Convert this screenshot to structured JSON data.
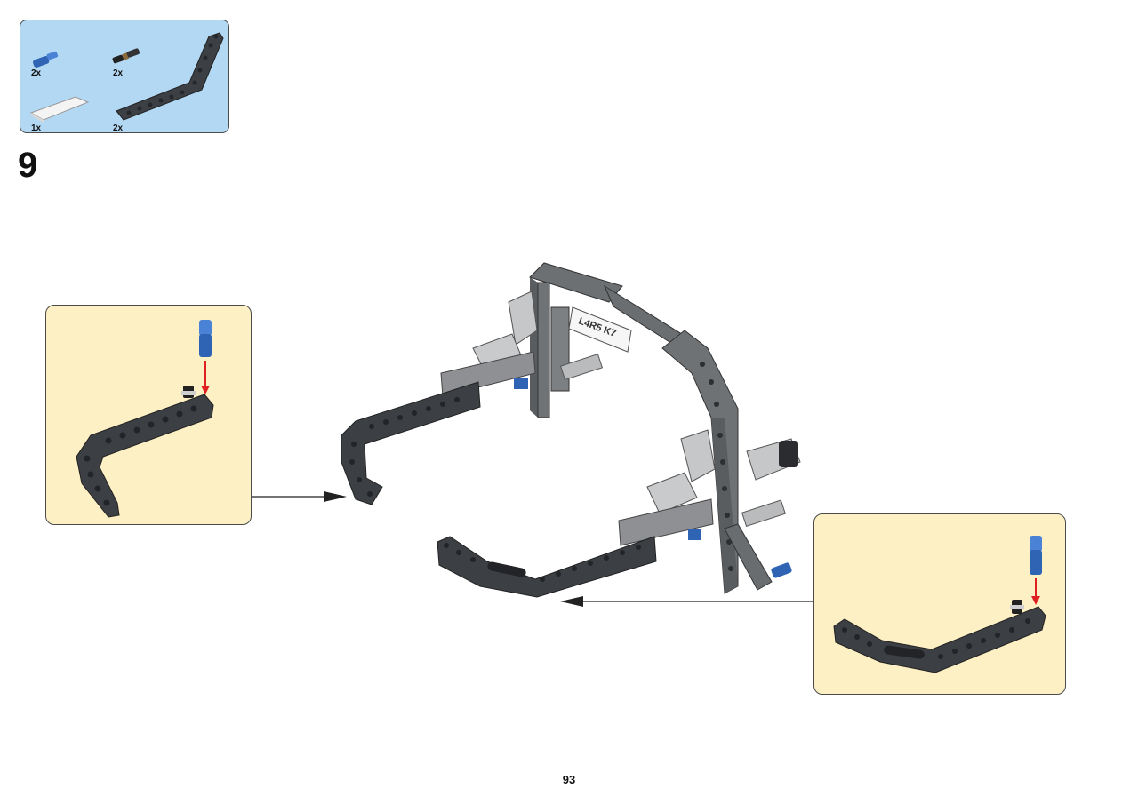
{
  "step": {
    "number": "9"
  },
  "parts_list": {
    "items": [
      {
        "part": "blue-axle-pin",
        "qty": "2x"
      },
      {
        "part": "black-connector-pin",
        "qty": "2x"
      },
      {
        "part": "white-flat-tile",
        "qty": "1x"
      },
      {
        "part": "dark-gray-bent-beam",
        "qty": "2x"
      }
    ]
  },
  "label_tile": {
    "text": "L4R5 K7"
  },
  "page": {
    "number": "93"
  },
  "colors": {
    "parts_box_bg": "#b3d8f4",
    "callout_bg": "#fdf0c4",
    "beam_dark": "#3c3f44",
    "beam_light": "#8a8c8e",
    "pin_blue": "#2f64b4",
    "arrow_red": "#e02020"
  },
  "icons": [
    "axle-pin-icon",
    "connector-pin-icon",
    "tile-icon",
    "bent-beam-icon",
    "insert-arrow-icon",
    "pointer-arrow-icon"
  ]
}
